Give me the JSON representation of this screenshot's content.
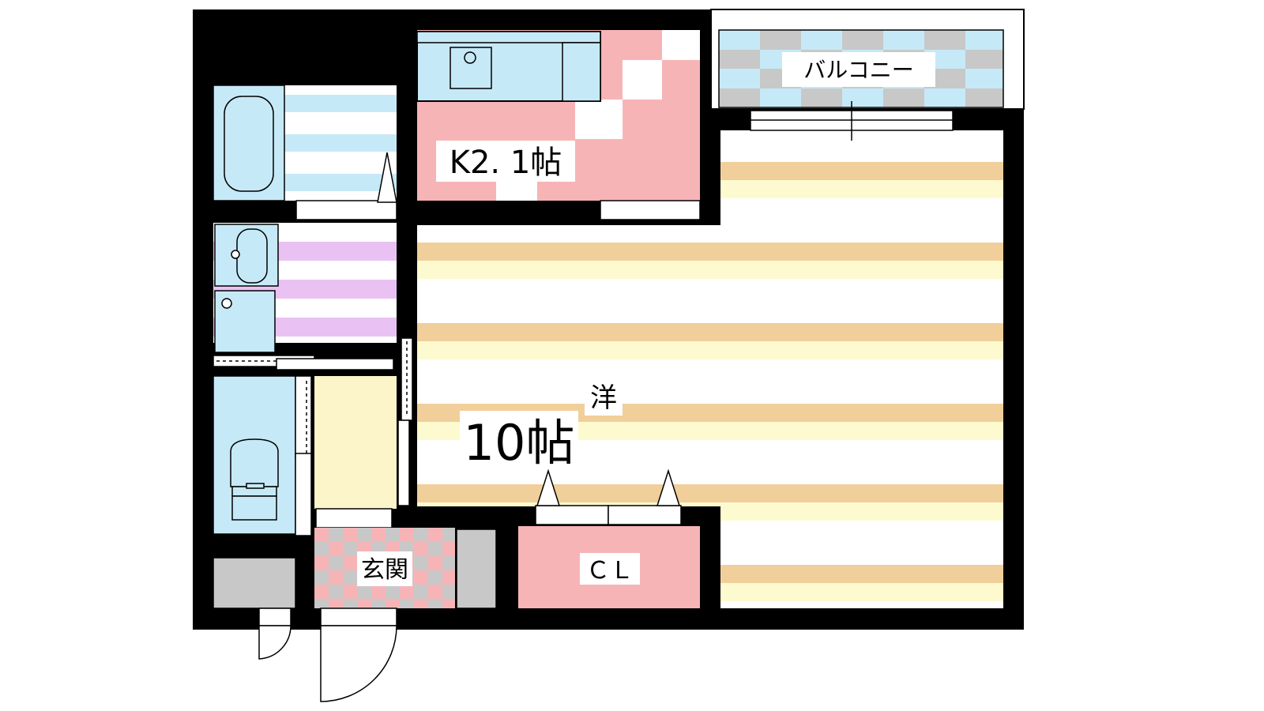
{
  "floor_plan": {
    "rooms": {
      "balcony": {
        "label": "バルコニー"
      },
      "kitchen": {
        "label": "K2. 1帖"
      },
      "western_room": {
        "label_type": "洋",
        "label_size": "10帖"
      },
      "closet": {
        "label": "ＣＬ"
      },
      "entrance": {
        "label": "玄関"
      }
    },
    "colors": {
      "wall": "#000000",
      "water_area": "#c6e9f7",
      "kitchen_floor": "#f7b4b7",
      "room_stripe": "#f1cf9a",
      "room_light": "#fdfad0",
      "washroom_stripe": "#e9c2f3",
      "hall": "#fbf5c9",
      "gray": "#c8c8c8"
    }
  }
}
